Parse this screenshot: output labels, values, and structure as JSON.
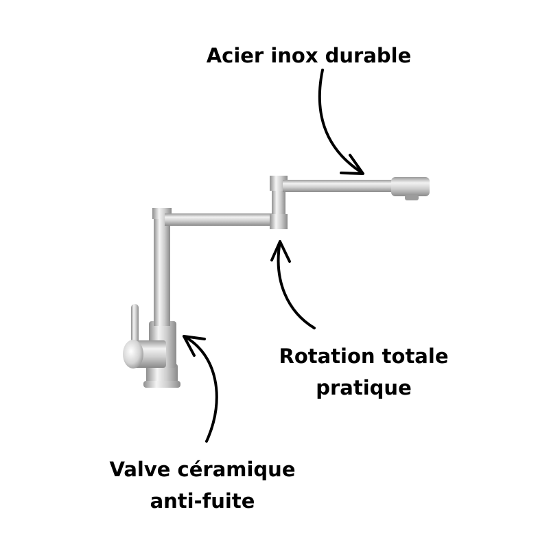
{
  "annotations": {
    "steel": {
      "lines": [
        "Acier inox durable"
      ]
    },
    "rotation": {
      "lines": [
        "Rotation totale",
        "pratique"
      ]
    },
    "valve": {
      "lines": [
        "Valve céramique",
        "anti-fuite"
      ]
    }
  },
  "colors": {
    "text": "#000000",
    "arrow": "#000000",
    "background": "#ffffff",
    "steel_light": "#f4f4f4",
    "steel_mid": "#c9c9c9",
    "steel_dark": "#8e8e8e"
  },
  "icons": {
    "product": "faucet-icon",
    "arrows": [
      "arrow-to-spout-icon",
      "arrow-to-swivel-joint-icon",
      "arrow-to-valve-icon"
    ]
  }
}
